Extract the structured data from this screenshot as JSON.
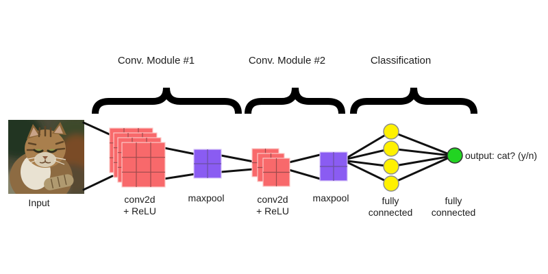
{
  "modules": {
    "conv_module_1": "Conv. Module #1",
    "conv_module_2": "Conv. Module #2",
    "classification": "Classification"
  },
  "nodes": {
    "input": {
      "label": "Input"
    },
    "conv1": {
      "line1": "conv2d",
      "line2": "+ ReLU"
    },
    "pool1": {
      "label": "maxpool"
    },
    "conv2": {
      "line1": "conv2d",
      "line2": "+ ReLU"
    },
    "pool2": {
      "label": "maxpool"
    },
    "fc1": {
      "line1": "fully",
      "line2": "connected"
    },
    "fc2": {
      "line1": "fully",
      "line2": "connected"
    },
    "output": {
      "label": "output: cat? (y/n)"
    }
  },
  "structure": {
    "conv1_feature_maps": 4,
    "conv2_feature_maps": 3,
    "fc_nodes": 4,
    "output_nodes": 1
  },
  "colors": {
    "background": "#ffffff",
    "conv_fill": "#f8696b",
    "conv_grid": "#9c4a4c",
    "conv_border": "#fbc9c6",
    "pool_fill": "#8a5cf2",
    "pool_grid": "#6b4fa0",
    "pool_border": "#d9c9f7",
    "fc_fill": "#fff100",
    "fc_stroke": "#8c8c8c",
    "output_fill": "#22d422",
    "output_stroke": "#333333",
    "edge": "#111111",
    "brace": "#000000",
    "text": "#1c1c1c"
  }
}
